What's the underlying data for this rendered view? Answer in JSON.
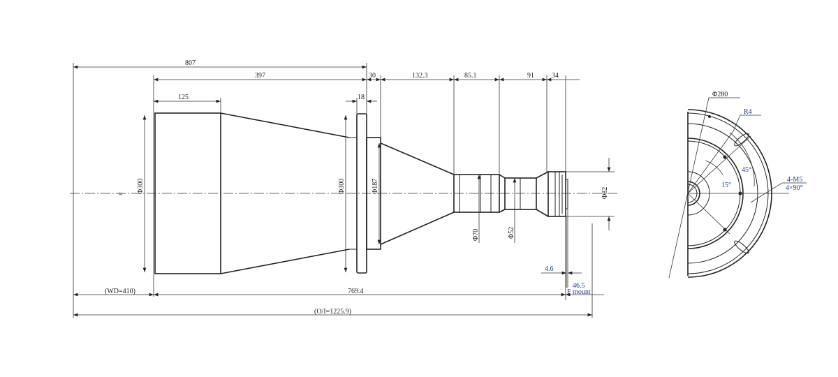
{
  "side_view": {
    "dims_top": {
      "overall": "807",
      "front_to_flange": "397",
      "front_cyl": "125",
      "flange": "18",
      "s1": "30",
      "s2": "132.3",
      "s3": "85.1",
      "s4": "91",
      "s5": "34"
    },
    "diameters": {
      "front": "Φ300",
      "flange": "Φ300",
      "body": "Φ187",
      "barrel1": "Φ70",
      "barrel2": "Φ52",
      "mount": "Φ82"
    },
    "dims_bottom": {
      "wd": "(WD=410)",
      "length": "769.4",
      "mount_dist": "46.5",
      "mount_type": "F mount",
      "flange_gap": "4.6",
      "oi": "(O/I=1225.9)"
    }
  },
  "front_view": {
    "diameter": "Φ280",
    "radius": "R4",
    "angle_small": "15°",
    "angle_large": "45°",
    "thread": "4-M5",
    "thread_spacing": "4×90°"
  }
}
